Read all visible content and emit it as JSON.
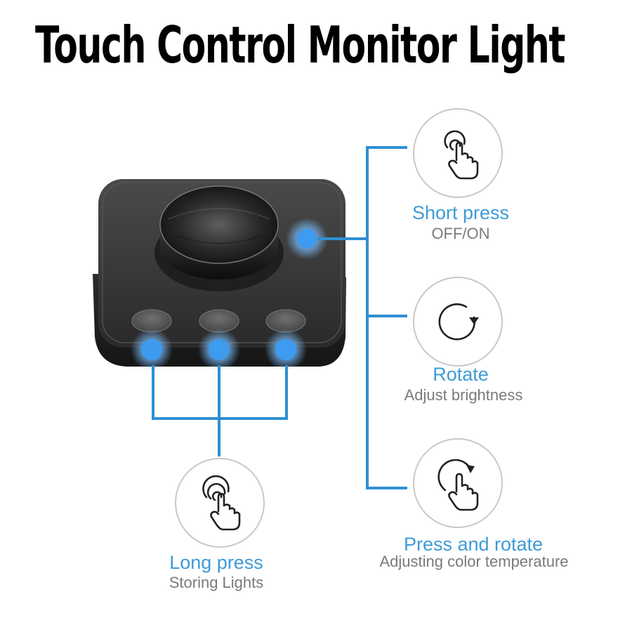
{
  "page": {
    "title": "Touch Control Monitor Light"
  },
  "features": {
    "short_press": {
      "title": "Short press",
      "subtitle": "OFF/ON",
      "icon": "tap-hand-icon"
    },
    "rotate": {
      "title": "Rotate",
      "subtitle": "Adjust brightness",
      "icon": "rotate-arrow-icon"
    },
    "press_rotate": {
      "title": "Press and rotate",
      "subtitle": "Adjusting color temperature",
      "icon": "press-rotate-hand-icon"
    },
    "long_press": {
      "title": "Long press",
      "subtitle": "Storing Lights",
      "icon": "long-press-hand-icon"
    }
  },
  "colors": {
    "accent": "#3d9bd6",
    "connector": "#2f8fd4",
    "device": "#3a3a3a",
    "subtitle": "#7a7a7a"
  }
}
